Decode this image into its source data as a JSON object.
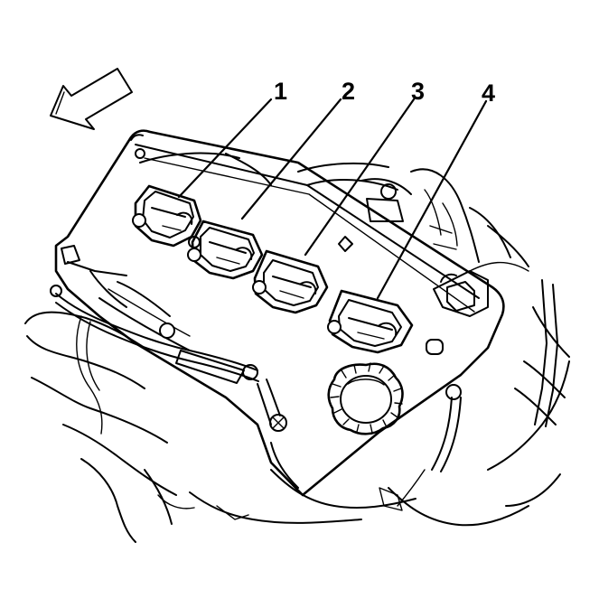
{
  "diagram": {
    "callouts": [
      {
        "id": "1",
        "label": "1"
      },
      {
        "id": "2",
        "label": "2"
      },
      {
        "id": "3",
        "label": "3"
      },
      {
        "id": "4",
        "label": "4"
      }
    ],
    "direction_arrow": "front-direction-arrow",
    "colors": {
      "line": "#000000",
      "background": "#ffffff"
    }
  }
}
